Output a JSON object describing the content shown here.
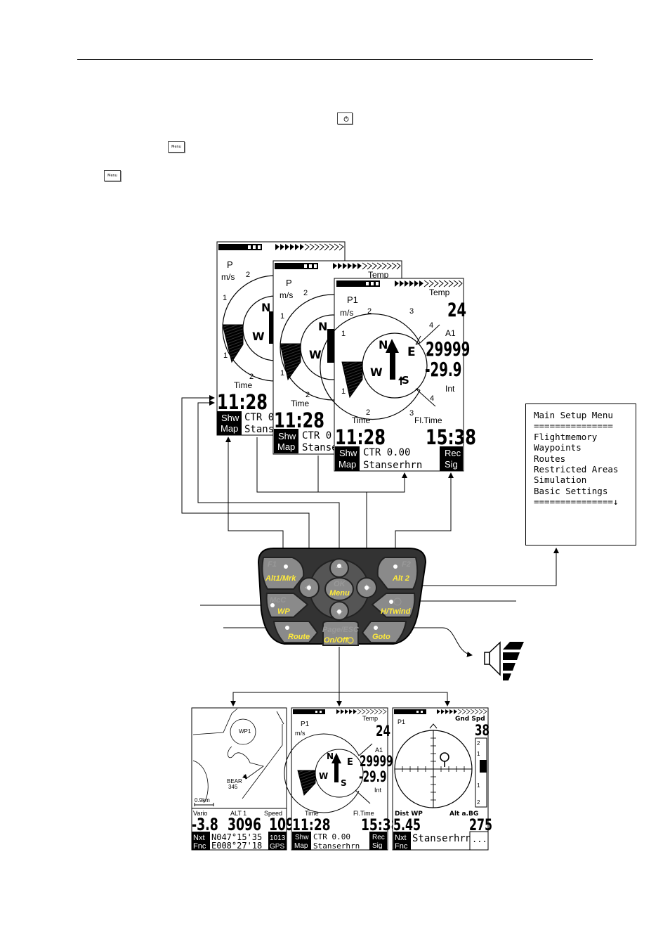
{
  "power_key": {
    "label": ""
  },
  "menu_key_1": {
    "label": "Menu"
  },
  "menu_key_2": {
    "label": "Menu"
  },
  "main_menu": {
    "title": "Main Setup Menu",
    "rule_top": "===============",
    "items": [
      "Flightmemory",
      "Waypoints",
      "Routes",
      "Restricted Areas",
      "Simulation",
      "Basic Settings"
    ],
    "rule_bottom": "===============↓"
  },
  "screen": {
    "p": "P",
    "p1": "P1",
    "ms": "m/s",
    "temp_label": "Temp",
    "temp_value": "24",
    "a1_label": "A1",
    "alt_value": "29999",
    "vario_value": "-29.9",
    "int_label": "Int",
    "time_label": "Time",
    "time_value": "11:28",
    "fltime_label": "Fl.Time",
    "fltime_value": "15:38",
    "shw": "Shw",
    "map": "Map",
    "ctr": "CTR 0.00",
    "ctr_short1": "CTR 0",
    "ctr_short2": "CTR 0.",
    "place": "Stanserhrn",
    "place_short1": "Stans",
    "place_short2": "Stanse",
    "rec": "Rec",
    "sig": "Sig",
    "compass_n": "N",
    "compass_e": "E",
    "compass_s": "S",
    "compass_w": "W",
    "scale": [
      "1",
      "2",
      "3",
      "4"
    ]
  },
  "keypad": {
    "f1": "F1",
    "alt1": "Alt1/Mrk",
    "f2": "F2",
    "alt2": "Alt 2",
    "ok": "OK",
    "menu": "Menu",
    "mc": "McC",
    "wp": "WP",
    "hwind": "H/Twind",
    "route": "Route",
    "goto": "Goto",
    "page": "Page/ESC",
    "onoff": "On/Off"
  },
  "map_screen": {
    "wp": "WP1",
    "bear": "BEAR",
    "bear_value": "345",
    "scale": "0.9km",
    "vario_label": "Vario",
    "alt_label": "ALT 1",
    "speed_label": "Speed",
    "vario_value": "-3.8",
    "alt_value": "3096",
    "speed_value": "109",
    "nxt": "Nxt",
    "fnc": "Fnc",
    "lat": "N047°15'35",
    "lon": "E008°27'18",
    "pressure": "1013",
    "gps": "GPS"
  },
  "gps_screen": {
    "p1": "P1",
    "gnd_label": "Gnd Spd",
    "gnd_value": "38",
    "dist_label": "Dist WP",
    "dist_value": "5.45",
    "alt_label": "Alt a.BG",
    "alt_value": "275",
    "nxt": "Nxt",
    "fnc": "Fnc",
    "place": "Stanserhrn",
    "dots": "...",
    "side_scale": [
      "2",
      "1",
      "1",
      "2"
    ]
  }
}
